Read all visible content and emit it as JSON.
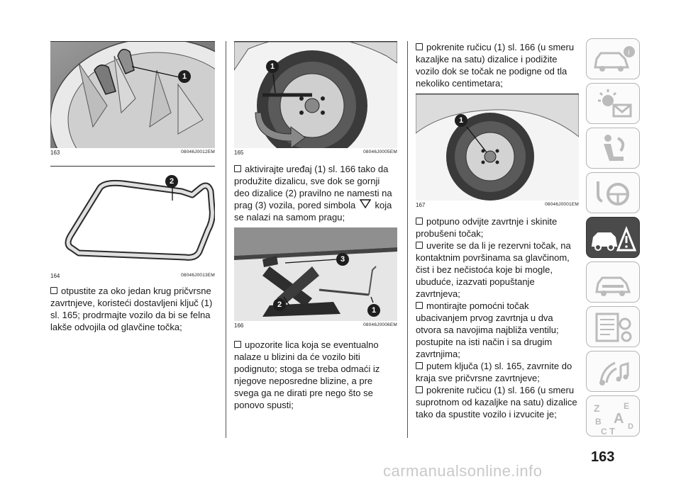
{
  "page_number": "163",
  "watermark": "carmanualsonline.info",
  "figures": {
    "f163": {
      "num": "163",
      "code": "08046J0012EM",
      "callout": "1"
    },
    "f164": {
      "num": "164",
      "code": "08046J0013EM",
      "callout": "2"
    },
    "f165": {
      "num": "165",
      "code": "08046J0005EM",
      "callout": "1"
    },
    "f166": {
      "num": "166",
      "code": "08046J0006EM",
      "callouts": [
        "3",
        "2",
        "1"
      ]
    },
    "f167": {
      "num": "167",
      "code": "08046J0001EM",
      "callout": "1"
    }
  },
  "col1": {
    "b1": "otpustite za oko jedan krug pričvrsne zavrtnjeve, koristeći dostavljeni ključ (1) sl. 165; prodrmajte vozilo da bi se felna lakše odvojila od glavčine točka;"
  },
  "col2": {
    "b1_pre": "aktivirajte uređaj (1) sl. 166 tako da produžite dizalicu, sve dok se gornji deo dizalice (2) pravilno ne namesti na prag (3) vozila, pored simbola",
    "b1_post": "koja se nalazi na samom pragu;",
    "b2": "upozorite lica koja se eventualno nalaze u blizini da će vozilo biti podignuto; stoga se treba odmaći iz njegove neposredne blizine, a pre svega ga ne dirati pre nego što se ponovo spusti;"
  },
  "col3": {
    "b1": "pokrenite ručicu (1) sl. 166 (u smeru kazaljke na satu) dizalice i podižite vozilo dok se točak ne podigne od tla nekoliko centimetara;",
    "b2": "potpuno odvijte zavrtnje i skinite probušeni točak;",
    "b3": "uverite se da li je rezervni točak, na kontaktnim površinama sa glavčinom, čist i bez nečistoća koje bi mogle, ubuduće, izazvati popuštanje zavrtnjeva;",
    "b4": "montirajte pomoćni točak ubacivanjem prvog zavrtnja u dva otvora sa navojima najbliža ventilu; postupite na isti način i sa drugim zavrtnjima;",
    "b5": "putem ključa (1) sl. 165, zavrnite do kraja sve pričvrsne zavrtnjeve;",
    "b6": "pokrenite ručicu (1) sl. 166 (u smeru suprotnom od kazaljke na satu) dizalice tako da spustite vozilo i izvucite je;"
  },
  "tab_icons": [
    "car-info-icon",
    "warning-lights-icon",
    "seat-airbag-icon",
    "steering-wheel-icon",
    "emergency-icon",
    "car-maintenance-icon",
    "technical-data-icon",
    "multimedia-icon",
    "index-icon"
  ],
  "index_letters": [
    "Z",
    "E",
    "B",
    "A",
    "C",
    "T",
    "D"
  ]
}
